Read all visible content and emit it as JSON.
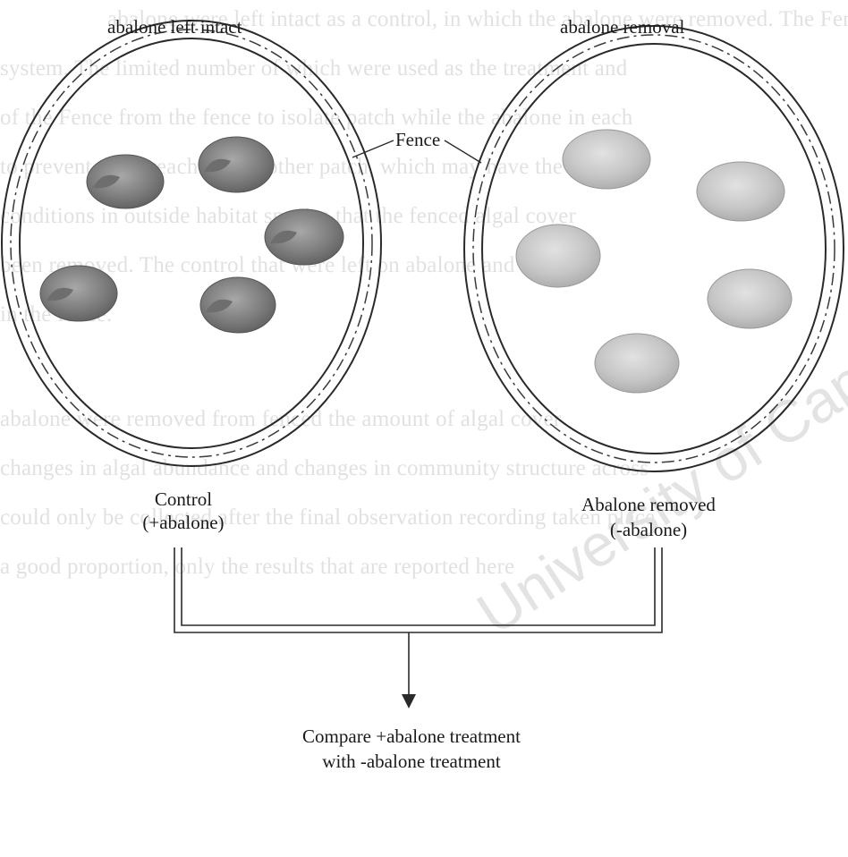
{
  "watermark": "University of Cape Town",
  "background_text": [
    "abalone were left intact as a control, in which the abalone were removed. The Fence",
    "system. The limited number of which were used as the treatment and",
    "of the Fence from the fence to isolate patch while the abalone in each",
    "to prevent them reaching the other patch, which may have the",
    "conditions in outside habitat species that the fenced algal cover",
    "been removed. The control that were left on abalone and",
    "in the fence.",
    "",
    "abalone were removed from fenced the amount of algal cover",
    "changes in algal abundance and changes in community structure across",
    "could only be collected after the final observation recording taken place",
    "a good proportion, only the results that are reported here"
  ],
  "diagram": {
    "top_left_label": "abalone left intact",
    "top_right_label": "abalone removal",
    "fence_label": "Fence",
    "control_label_line1": "Control",
    "control_label_line2": "(+abalone)",
    "removed_label_line1": "Abalone removed",
    "removed_label_line2": "(-abalone)",
    "compare_line1": "Compare +abalone treatment",
    "compare_line2": "with -abalone treatment",
    "left_plot_abalone_count": 5,
    "right_plot_abalone_count": 5
  },
  "colors": {
    "intact_abalone": "#8a8a8a",
    "removed_abalone": "#c4c4c4",
    "line": "#2a2a2a"
  }
}
